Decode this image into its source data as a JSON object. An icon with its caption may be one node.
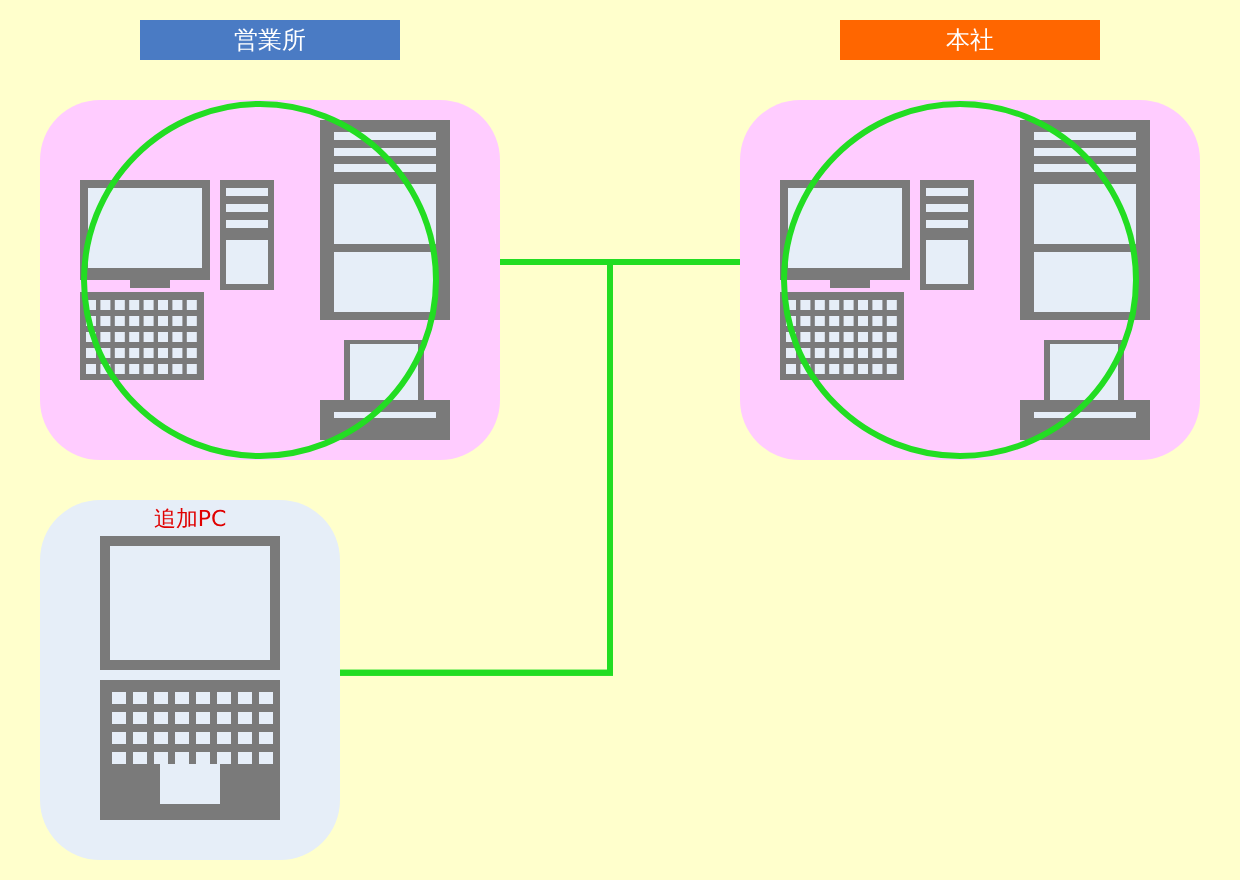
{
  "diagram": {
    "nodes": [
      {
        "text": [
          "営業所"
        ]
      },
      {
        "text": [
          "本社"
        ]
      },
      {
        "text": [
          "追加PC"
        ]
      }
    ],
    "edges": [
      {
        "from": 0,
        "to": 1,
        "arrow": "none"
      },
      {
        "from": 2,
        "to": 0,
        "arrow": "none"
      },
      {
        "from": 2,
        "to": 1,
        "arrow": "none"
      }
    ]
  }
}
